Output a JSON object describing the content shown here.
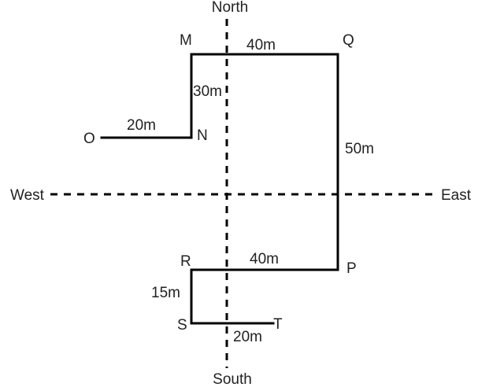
{
  "directions": {
    "north": "North",
    "south": "South",
    "east": "East",
    "west": "West"
  },
  "points": {
    "O": "O",
    "N": "N",
    "M": "M",
    "Q": "Q",
    "P": "P",
    "R": "R",
    "S": "S",
    "T": "T"
  },
  "distances": {
    "ON": "20m",
    "NM": "30m",
    "MQ": "40m",
    "QP": "50m",
    "PR": "40m",
    "RS": "15m",
    "ST": "20m"
  }
}
